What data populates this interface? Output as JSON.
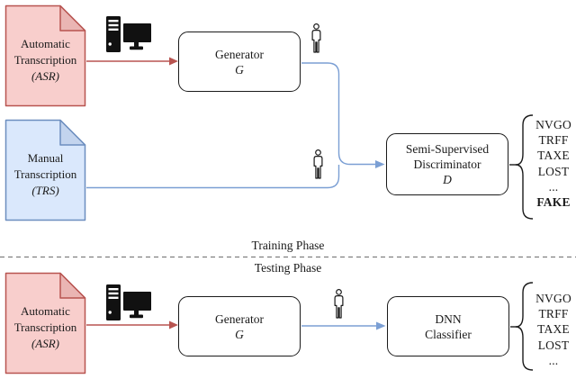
{
  "figure": {
    "training": {
      "label": "Training Phase",
      "asr_doc": [
        "Automatic",
        "Transcription",
        "(ASR)"
      ],
      "trs_doc": [
        "Manual",
        "Transcription",
        "(TRS)"
      ],
      "generator": [
        "Generator",
        "G"
      ],
      "discriminator": [
        "Semi-Supervised",
        "Discriminator",
        "D"
      ],
      "outputs": [
        "NVGO",
        "TRFF",
        "TAXE",
        "LOST",
        "...",
        "FAKE"
      ]
    },
    "testing": {
      "label": "Testing Phase",
      "asr_doc": [
        "Automatic",
        "Transcription",
        "(ASR)"
      ],
      "generator": [
        "Generator",
        "G"
      ],
      "classifier": [
        "DNN",
        "Classifier"
      ],
      "outputs": [
        "NVGO",
        "TRFF",
        "TAXE",
        "LOST",
        "..."
      ]
    },
    "icons": {
      "computer": "desktop-computer-icon",
      "person": "person-icon"
    },
    "colors": {
      "doc_red_fill": "#f8cecc",
      "doc_red_fold": "#eab5b3",
      "doc_red_stroke": "#b85450",
      "doc_blue_fill": "#dae8fc",
      "doc_blue_fold": "#c3d4ee",
      "doc_blue_stroke": "#6c8ebf",
      "arrow_red": "#b85450",
      "arrow_blue": "#7b9fd4",
      "divider_gray": "#7f7f7f",
      "node_stroke": "#1a1a1a"
    }
  }
}
